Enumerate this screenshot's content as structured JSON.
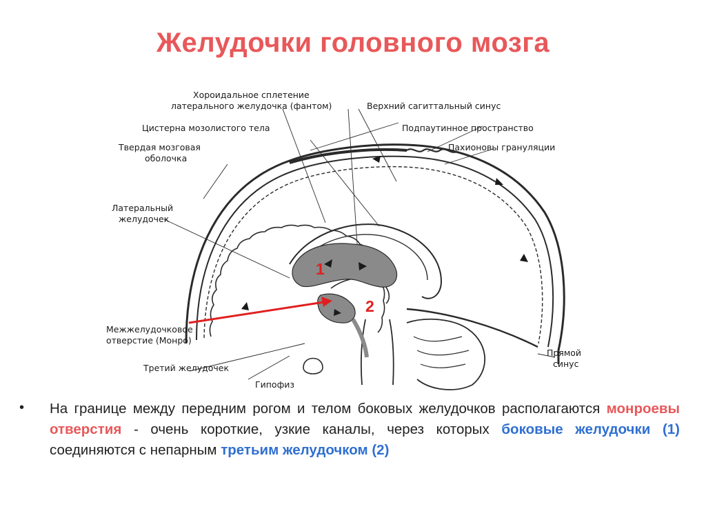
{
  "title": "Желудочки головного мозга",
  "colors": {
    "title": "#e8585a",
    "arrow": "#e02020",
    "pink_term": "#e8585a",
    "blue_term": "#2f6fd1",
    "diagram_ink": "#2a2a2a",
    "ventricle_fill": "#8a8a8a"
  },
  "diagram": {
    "labels": {
      "choroid_1": "Хороидальное сплетение",
      "choroid_2": "латерального желудочка (фантом)",
      "sup_sagittal_sinus": "Верхний сагиттальный синус",
      "cistern": "Цистерна мозолистого тела",
      "subarachnoid": "Подпаутинное пространство",
      "dura_1": "Твердая мозговая",
      "dura_2": "оболочка",
      "pacchionian": "Пахионовы грануляции",
      "lateral_vent_1": "Латеральный",
      "lateral_vent_2": "желудочек",
      "foramen_1": "Межжелудочковое",
      "foramen_2": "отверстие (Монро)",
      "third_vent": "Третий желудочек",
      "hypophysis": "Гипофиз",
      "straight_sinus_1": "Прямой",
      "straight_sinus_2": "синус"
    },
    "markers": {
      "one": "1",
      "two": "2"
    }
  },
  "bullet": {
    "symbol": "•",
    "t1": "На границе между передним рогом и телом боковых желудочков располагаются ",
    "k1": "монроевы отверстия",
    "t2": " - очень короткие, узкие каналы, через которых ",
    "k2": "боковые желудочки (1)",
    "t3": " соединяются с непарным ",
    "k3": "третьим желудочком (2)"
  }
}
